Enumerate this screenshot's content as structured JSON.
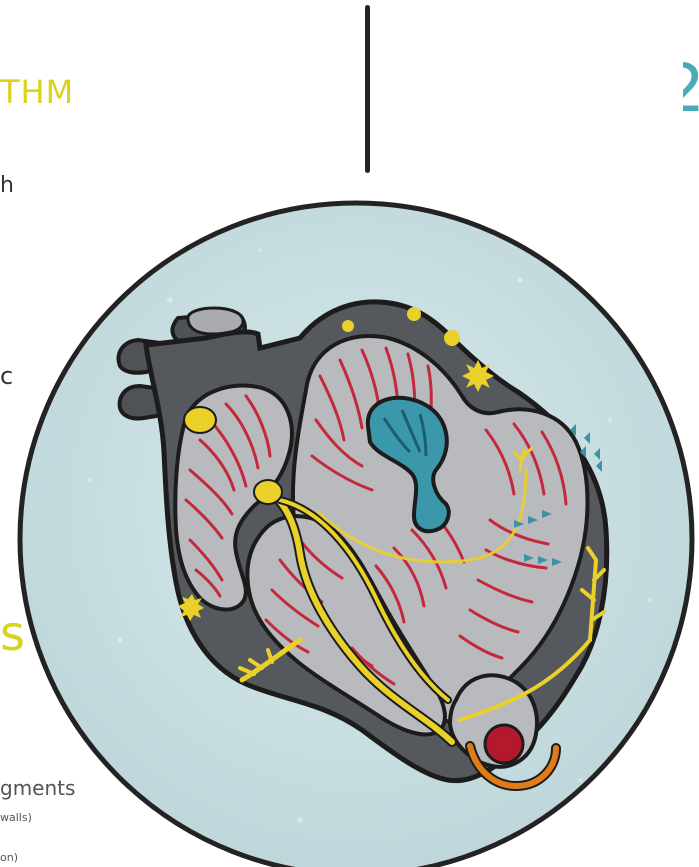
{
  "fragments": {
    "left_heading": "THM",
    "left_a": "h",
    "left_b": "с",
    "left_c": "s",
    "left_d": "gments",
    "left_e": "walls)",
    "left_f": "on)",
    "right_number": "2"
  },
  "colors": {
    "background": "#ffffff",
    "circle_fill": "#c9dfe2",
    "circle_stroke": "#232323",
    "heart_wall": "#5a5d60",
    "chamber_fill": "#b9babd",
    "muscle_fibers": "#c3283c",
    "conduction": "#ead12a",
    "valve": "#3b97aa",
    "apex_red": "#b3182c",
    "apex_orange": "#e07b18",
    "heading_yellow": "#d9d31a",
    "right_teal": "#4aaab8"
  }
}
